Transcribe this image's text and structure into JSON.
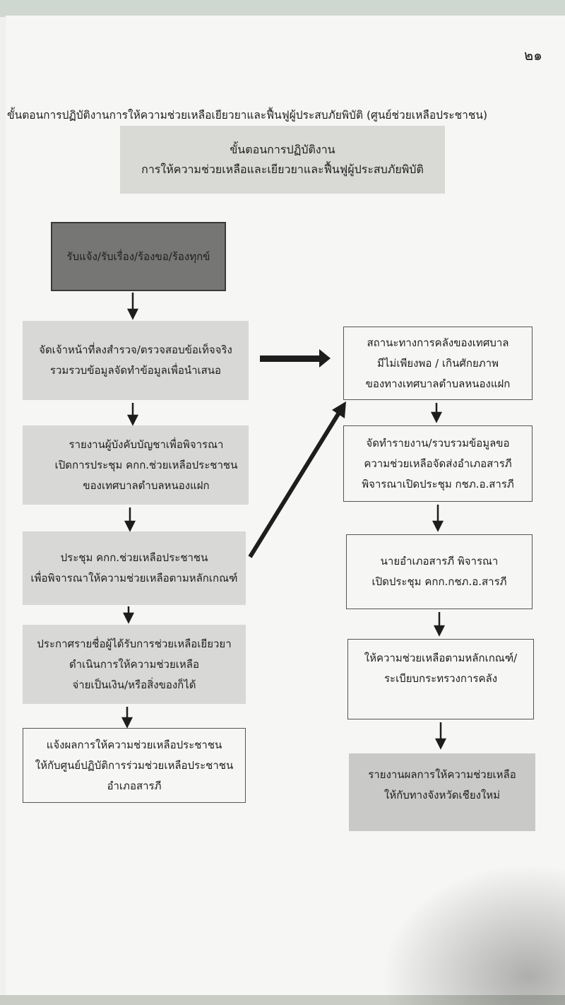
{
  "page_number": "๒๑",
  "title": "ขั้นตอนการปฏิบัติงานการให้ความช่วยเหลือเยียวยาและฟื้นฟูผู้ประสบภัยพิบัติ (ศูนย์ช่วยเหลือประชาชน)",
  "header": {
    "line1": "ขั้นตอนการปฏิบัติงาน",
    "line2": "การให้ความช่วยเหลือและเยียวยาและฟื้นฟูผู้ประสบภัยพิบัติ"
  },
  "left_steps": [
    {
      "lines": [
        "รับแจ้ง/รับเรื่อง/ร้องขอ/ร้องทุกข์"
      ]
    },
    {
      "lines": [
        "จัดเจ้าหน้าที่ลงสำรวจ/ตรวจสอบข้อเท็จจริง",
        "รวมรวบข้อมูลจัดทำข้อมูลเพื่อนำเสนอ"
      ]
    },
    {
      "lines": [
        "รายงานผู้บังคับบัญชาเพื่อพิจารณา",
        "เปิดการประชุม คกก.ช่วยเหลือประชาชน",
        "ของเทศบาลตำบลหนองแฝก"
      ]
    },
    {
      "lines": [
        "ประชุม คกก.ช่วยเหลือประชาชน",
        "เพื่อพิจารณาให้ความช่วยเหลือตามหลักเกณฑ์"
      ]
    },
    {
      "lines": [
        "ประกาศรายชื่อผู้ได้รับการช่วยเหลือเยียวยา",
        "ดำเนินการให้ความช่วยเหลือ",
        "จ่ายเป็นเงิน/หรือสิ่งของก็ได้"
      ]
    },
    {
      "lines": [
        "แจ้งผลการให้ความช่วยเหลือประชาชน",
        "ให้กับศูนย์ปฏิบัติการร่วมช่วยเหลือประชาชน",
        "อำเภอสารภี"
      ]
    }
  ],
  "right_steps": [
    {
      "lines": [
        "สถานะทางการคลังของเทศบาล",
        "มีไม่เพียงพอ / เกินศักยภาพ",
        "ของทางเทศบาลตำบลหนองแฝก"
      ]
    },
    {
      "lines": [
        "จัดทำรายงาน/รวบรวมข้อมูลขอ",
        "ความช่วยเหลือจัดส่งอำเภอสารภี",
        "พิจารณาเปิดประชุม กชภ.อ.สารภี"
      ]
    },
    {
      "lines": [
        "นายอำเภอสารภี พิจารณา",
        "เปิดประชุม คกก.กชภ.อ.สารภี"
      ]
    },
    {
      "lines": [
        "ให้ความช่วยเหลือตามหลักเกณฑ์/",
        "ระเบียบกระทรวงการคลัง"
      ]
    },
    {
      "lines": [
        "รายงานผลการให้ความช่วยเหลือ",
        "ให้กับทางจังหวัดเชียงใหม่"
      ]
    }
  ]
}
